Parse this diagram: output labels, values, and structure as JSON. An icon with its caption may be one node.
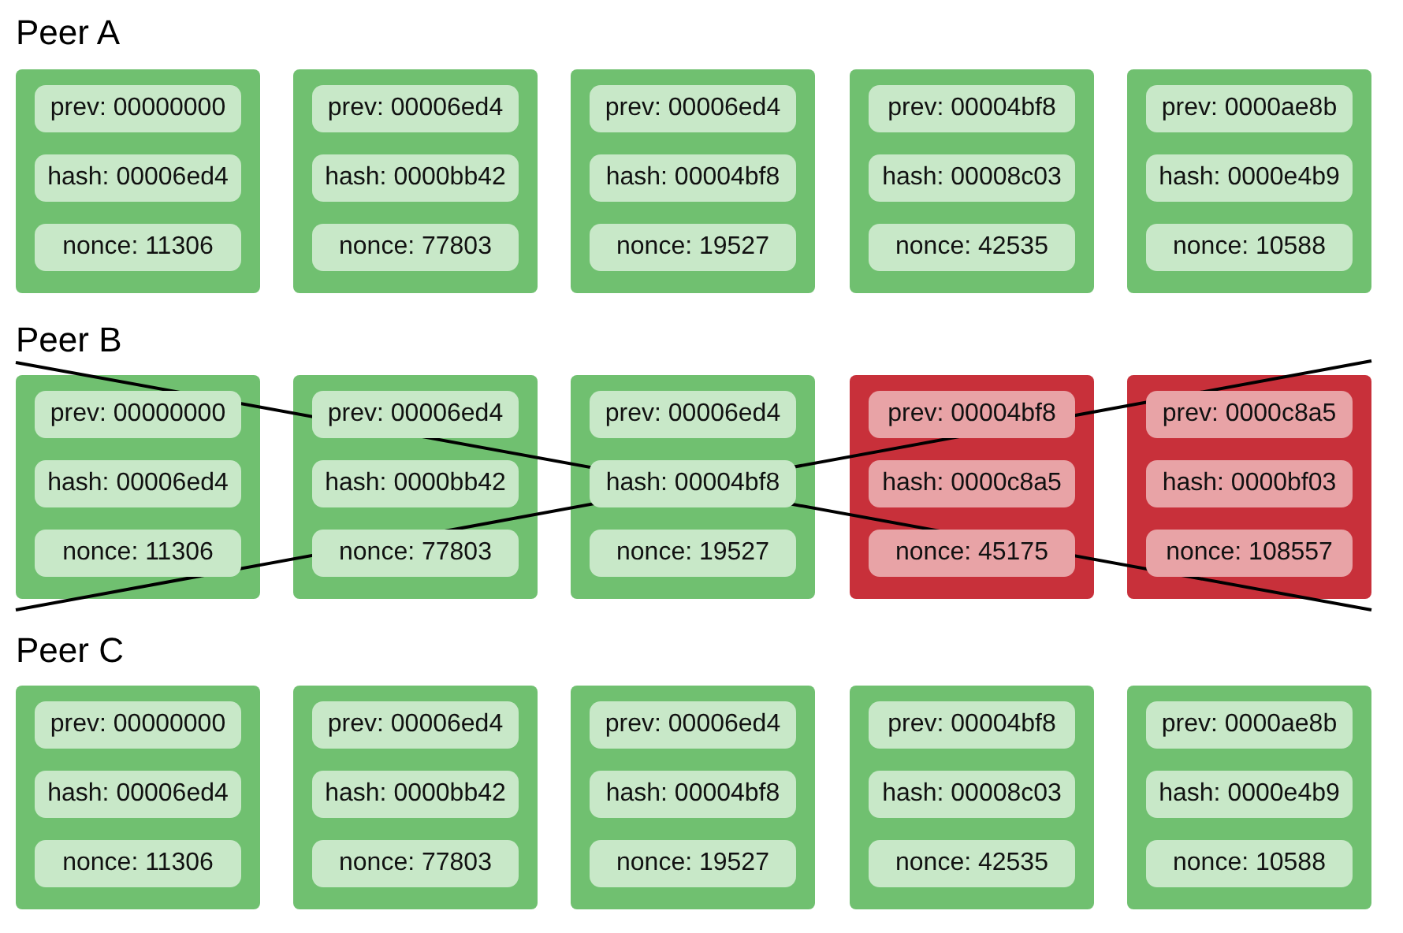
{
  "diagram": {
    "nodes": [
      {
        "text": [],
        "shape": "box"
      },
      {
        "text": [
          "prev: 00000000"
        ],
        "in": 0
      },
      {
        "text": [
          "hash: 00006ed4"
        ],
        "in": 0
      },
      {
        "text": [
          "nonce: 11306"
        ],
        "in": 0
      },
      {
        "text": [],
        "shape": "box"
      },
      {
        "text": [
          "prev: 00006ed4"
        ],
        "in": 4
      },
      {
        "text": [
          "hash: 0000bb42"
        ],
        "in": 4
      },
      {
        "text": [
          "nonce: 77803"
        ],
        "in": 4
      },
      {
        "text": [],
        "shape": "box"
      },
      {
        "text": [
          "prev: 00006ed4"
        ],
        "in": 8
      },
      {
        "text": [
          "hash: 00004bf8"
        ],
        "in": 8
      },
      {
        "text": [
          "nonce: 19527"
        ],
        "in": 8
      },
      {
        "text": [],
        "shape": "box"
      },
      {
        "text": [
          "prev: 00004bf8"
        ],
        "in": 12
      },
      {
        "text": [
          "hash: 00008c03"
        ],
        "in": 12
      },
      {
        "text": [
          "nonce: 42535"
        ],
        "in": 12
      },
      {
        "text": [],
        "shape": "box"
      },
      {
        "text": [
          "prev: 0000ae8b"
        ],
        "in": 16
      },
      {
        "text": [
          "hash: 0000e4b9"
        ],
        "in": 16
      },
      {
        "text": [
          "nonce: 10588"
        ],
        "in": 16
      },
      {
        "text": [],
        "shape": "box"
      },
      {
        "text": [
          "prev: 00000000"
        ],
        "in": 20
      },
      {
        "text": [
          "hash: 00006ed4"
        ],
        "in": 20
      },
      {
        "text": [
          "nonce: 11306"
        ],
        "in": 20
      },
      {
        "text": [],
        "shape": "box"
      },
      {
        "text": [
          "prev: 00006ed4"
        ],
        "in": 24
      },
      {
        "text": [
          "hash: 0000bb42"
        ],
        "in": 24
      },
      {
        "text": [
          "nonce: 77803"
        ],
        "in": 24
      },
      {
        "text": [],
        "shape": "box"
      },
      {
        "text": [
          "prev: 00006ed4"
        ],
        "in": 28
      },
      {
        "text": [
          "hash: 00004bf8"
        ],
        "in": 28
      },
      {
        "text": [
          "nonce: 19527"
        ],
        "in": 28
      },
      {
        "text": [],
        "shape": "box"
      },
      {
        "text": [
          "prev: 00004bf8"
        ],
        "in": 32
      },
      {
        "text": [
          "hash: 0000c8a5"
        ],
        "in": 32
      },
      {
        "text": [
          "nonce: 45175"
        ],
        "in": 32
      },
      {
        "text": [],
        "shape": "box"
      },
      {
        "text": [
          "prev: 0000c8a5"
        ],
        "in": 36
      },
      {
        "text": [
          "hash: 0000bf03"
        ],
        "in": 36
      },
      {
        "text": [
          "nonce: 108557"
        ],
        "in": 36
      },
      {
        "text": [],
        "shape": "box"
      },
      {
        "text": [
          "prev: 00000000"
        ],
        "in": 40
      },
      {
        "text": [
          "hash: 00006ed4"
        ],
        "in": 40
      },
      {
        "text": [
          "nonce: 11306"
        ],
        "in": 40
      },
      {
        "text": [],
        "shape": "box"
      },
      {
        "text": [
          "prev: 00006ed4"
        ],
        "in": 44
      },
      {
        "text": [
          "hash: 0000bb42"
        ],
        "in": 44
      },
      {
        "text": [
          "nonce: 77803"
        ],
        "in": 44
      },
      {
        "text": [],
        "shape": "box"
      },
      {
        "text": [
          "prev: 00006ed4"
        ],
        "in": 48
      },
      {
        "text": [
          "hash: 00004bf8"
        ],
        "in": 48
      },
      {
        "text": [
          "nonce: 19527"
        ],
        "in": 48
      },
      {
        "text": [],
        "shape": "box"
      },
      {
        "text": [
          "prev: 00004bf8"
        ],
        "in": 52
      },
      {
        "text": [
          "hash: 00008c03"
        ],
        "in": 52
      },
      {
        "text": [
          "nonce: 42535"
        ],
        "in": 52
      },
      {
        "text": [],
        "shape": "box"
      },
      {
        "text": [
          "prev: 0000ae8b"
        ],
        "in": 56
      },
      {
        "text": [
          "hash: 0000e4b9"
        ],
        "in": 56
      },
      {
        "text": [
          "nonce: 10588"
        ],
        "in": 56
      }
    ],
    "labels": [
      "Peer A",
      "Peer B",
      "Peer C"
    ]
  }
}
